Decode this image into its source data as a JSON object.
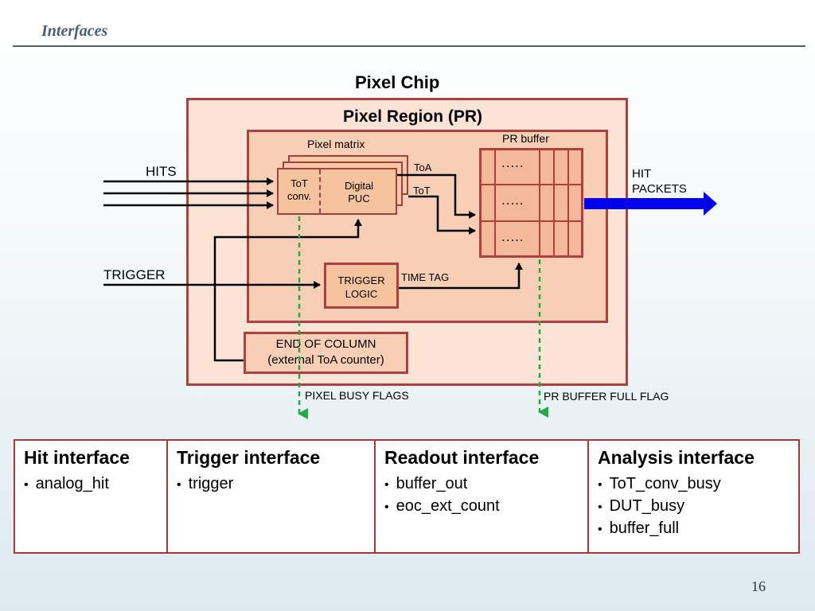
{
  "header": {
    "title": "Interfaces"
  },
  "diagram": {
    "chip_title": "Pixel Chip",
    "region_title": "Pixel Region (PR)",
    "pixel_matrix": "Pixel matrix",
    "tot_conv_1": "ToT",
    "tot_conv_2": "conv.",
    "digital_puc_1": "Digital",
    "digital_puc_2": "PUC",
    "toa_signal": "ToA",
    "tot_signal": "ToT",
    "pr_buffer": "PR buffer",
    "buffer_dots": ".....",
    "trigger_logic_1": "TRIGGER",
    "trigger_logic_2": "LOGIC",
    "time_tag": "TIME TAG",
    "eoc_1": "END OF COLUMN",
    "eoc_2": "(external ToA counter)",
    "hits": "HITS",
    "trigger": "TRIGGER",
    "hit_packets_1": "HIT",
    "hit_packets_2": "PACKETS",
    "pixel_busy_flags": "PIXEL BUSY FLAGS",
    "pr_buffer_full_flag": "PR BUFFER FULL FLAG",
    "colors": {
      "chip_border": "#b04040",
      "hit_packets_arrow": "#0000ee",
      "busy_flags": "#22aa44"
    }
  },
  "interfaces": [
    {
      "title": "Hit interface",
      "items": [
        "analog_hit"
      ]
    },
    {
      "title": "Trigger interface",
      "items": [
        "trigger"
      ]
    },
    {
      "title": "Readout interface",
      "items": [
        "buffer_out",
        "eoc_ext_count"
      ]
    },
    {
      "title": "Analysis interface",
      "items": [
        "ToT_conv_busy",
        "DUT_busy",
        "buffer_full"
      ]
    }
  ],
  "footer": {
    "page_number": "16"
  }
}
